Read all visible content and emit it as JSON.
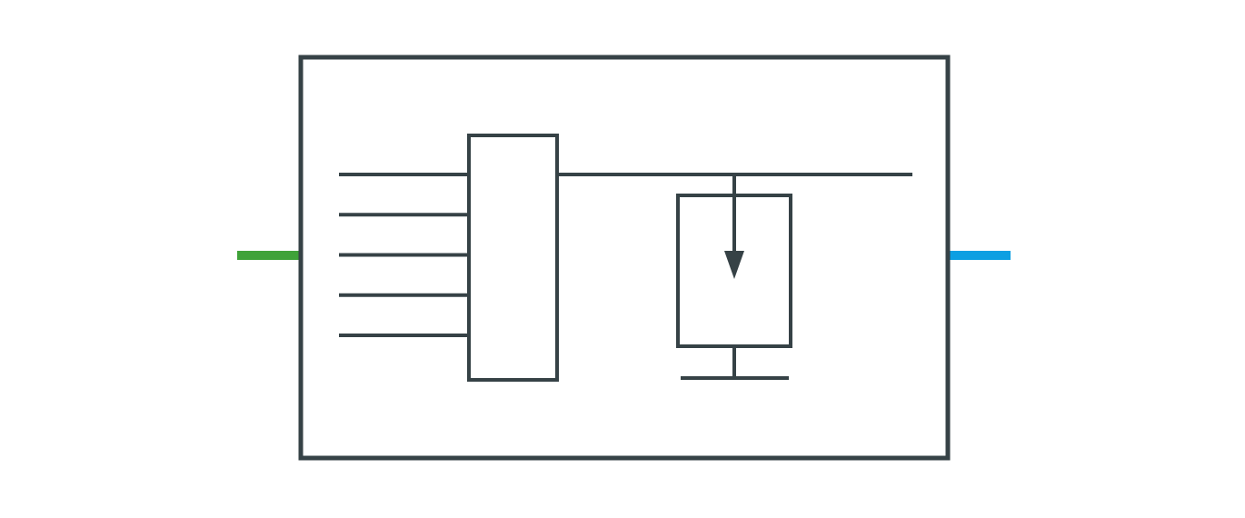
{
  "colors": {
    "stroke": "#364246",
    "input": "#3fa239",
    "output": "#0d9fe2",
    "background": "#ffffff"
  },
  "diagram": {
    "input_line_count": 5,
    "icons": [
      "multiplexer-block",
      "capacitor-tank",
      "ground-symbol",
      "down-arrow"
    ]
  }
}
